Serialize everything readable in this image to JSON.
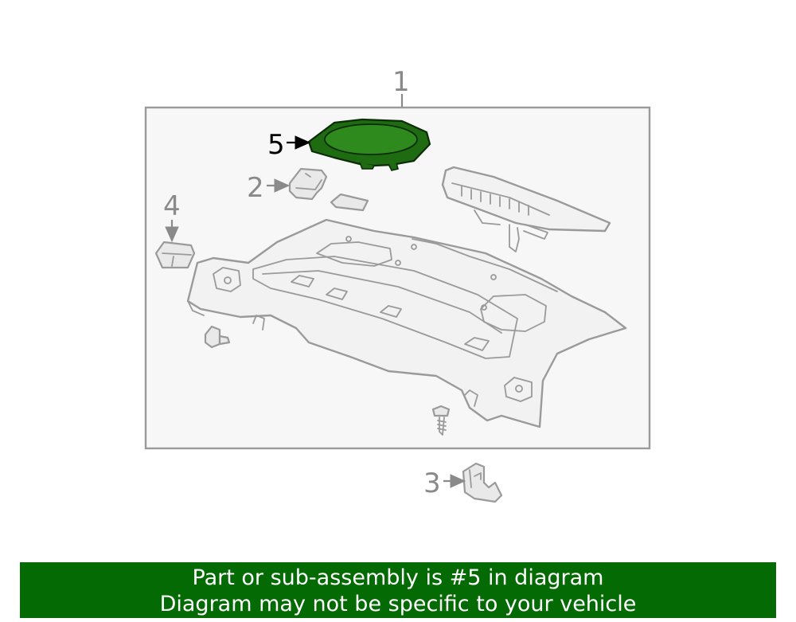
{
  "callouts": {
    "assembly": "1",
    "part2": "2",
    "part3": "3",
    "part4": "4",
    "part5": "5"
  },
  "colors": {
    "highlight": "#1f6b12",
    "banner": "#046b04",
    "line": "#9a9a9a"
  },
  "banner": {
    "line1": "Part or sub-assembly is #5 in diagram",
    "line2": "Diagram may not be specific to your vehicle"
  }
}
